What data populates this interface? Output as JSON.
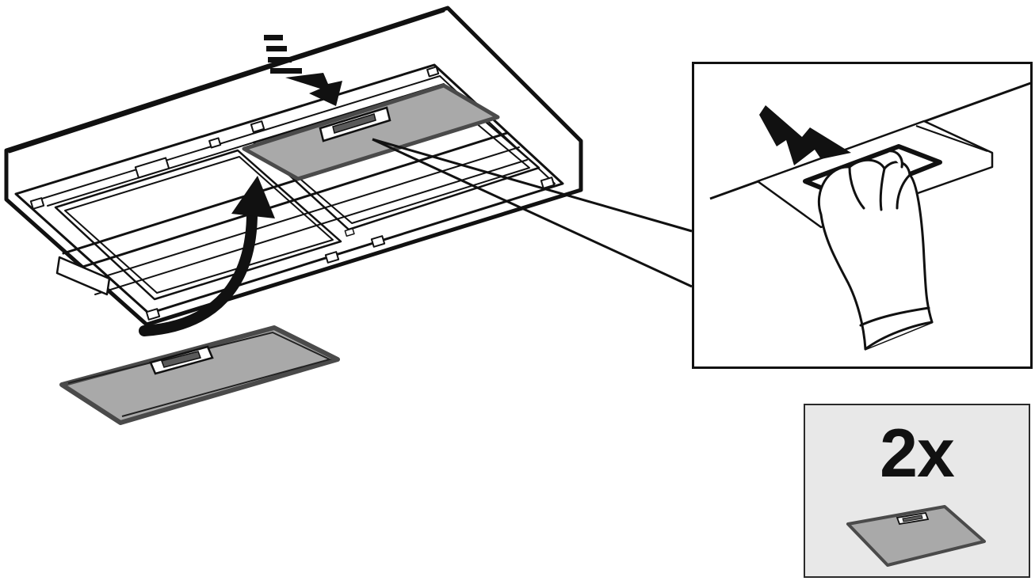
{
  "quantity_label": "2x",
  "icons": {
    "hood": "range-hood-underside",
    "filter": "grease-filter",
    "hand": "hand-pressing-latch",
    "push_arrow": "push-arrow-icon",
    "insert_arrow": "curved-insert-arrow-icon"
  },
  "colors": {
    "line": "#111111",
    "filter_mesh": "#a9a9a9",
    "filter_frame": "#4a4a4a",
    "qty_box_bg": "#e8e8e8"
  }
}
